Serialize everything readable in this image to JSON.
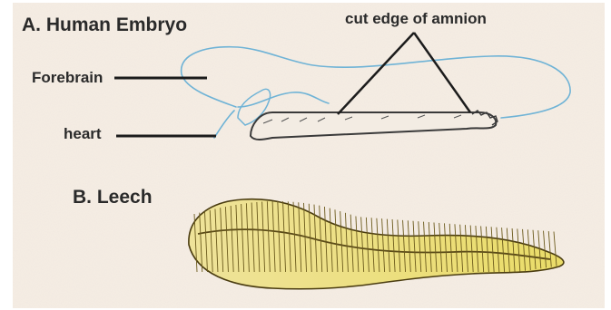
{
  "panel_a": {
    "title": "A. Human Embryo",
    "labels": {
      "forebrain": "Forebrain",
      "heart": "heart",
      "amnion": "cut edge of amnion"
    }
  },
  "panel_b": {
    "title": "B. Leech"
  },
  "colors": {
    "paper": "#f6eee5",
    "label_text": "#2a2a2a",
    "amnion_outline": "#6fb3d6",
    "leader_line": "#1c1c1c",
    "leech_fill": "#ece07a",
    "leech_outline": "#4a3c10"
  }
}
